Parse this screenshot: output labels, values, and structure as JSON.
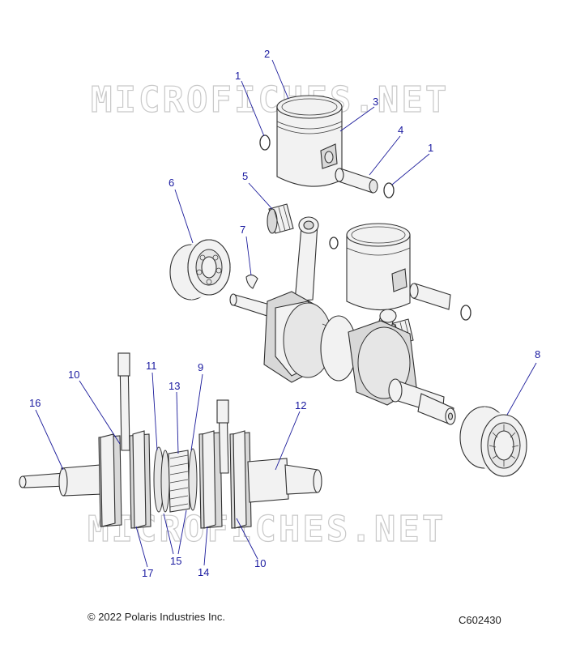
{
  "watermarks": [
    "MICROFICHES.NET",
    "MICROFICHES.NET"
  ],
  "callouts": [
    {
      "id": "c1a",
      "label": "1"
    },
    {
      "id": "c2",
      "label": "2"
    },
    {
      "id": "c3",
      "label": "3"
    },
    {
      "id": "c4",
      "label": "4"
    },
    {
      "id": "c1b",
      "label": "1"
    },
    {
      "id": "c5",
      "label": "5"
    },
    {
      "id": "c6",
      "label": "6"
    },
    {
      "id": "c7",
      "label": "7"
    },
    {
      "id": "c8",
      "label": "8"
    },
    {
      "id": "c10a",
      "label": "10"
    },
    {
      "id": "c11",
      "label": "11"
    },
    {
      "id": "c13",
      "label": "13"
    },
    {
      "id": "c9",
      "label": "9"
    },
    {
      "id": "c16",
      "label": "16"
    },
    {
      "id": "c12",
      "label": "12"
    },
    {
      "id": "c15",
      "label": "15"
    },
    {
      "id": "c17",
      "label": "17"
    },
    {
      "id": "c14",
      "label": "14"
    },
    {
      "id": "c10b",
      "label": "10"
    }
  ],
  "footer": {
    "copyright": "© 2022 Polaris Industries Inc.",
    "figure_id": "C602430"
  }
}
